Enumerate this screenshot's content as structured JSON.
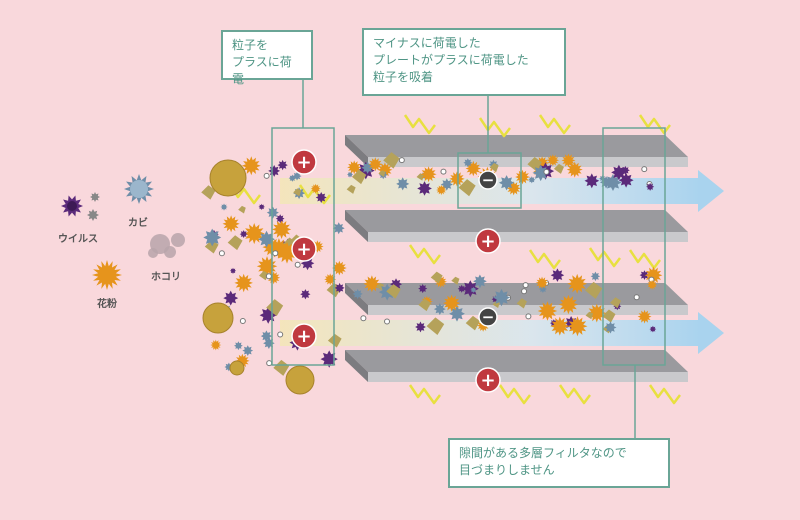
{
  "callouts": {
    "charge_particles": "粒子を\nプラスに荷電",
    "plate_adsorb": "マイナスに荷電した\nプレートがプラスに荷電した\n粒子を吸着",
    "multilayer": "隙間がある多層フィルタなので\n目づまりしません"
  },
  "legend": {
    "virus": "ウイルス",
    "mold": "カビ",
    "dust": "ホコリ",
    "pollen": "花粉"
  },
  "colors": {
    "background": "#f9d8dc",
    "callout_border": "#6aa596",
    "callout_text": "#4f9585",
    "plus_charge": "#c0393f",
    "minus_charge": "#444444",
    "airflow": "#a9d3ee",
    "spark": "#e8e040",
    "plate": "#8f8f93"
  },
  "charges": {
    "plus": "+",
    "minus": "−"
  }
}
